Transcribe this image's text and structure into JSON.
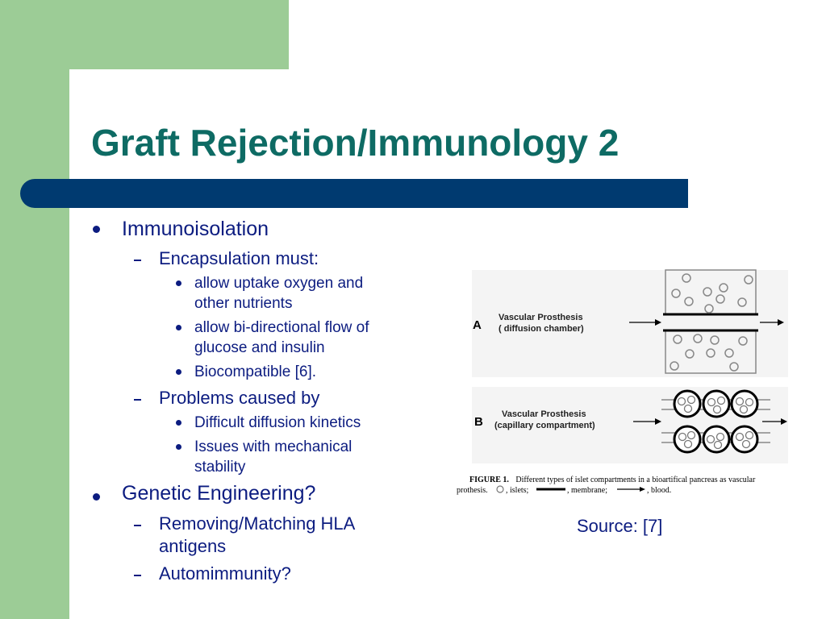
{
  "slide": {
    "title": "Graft Rejection/Immunology 2",
    "colors": {
      "title": "#0e6b64",
      "bar": "#003a70",
      "accent_green": "#9ccc96",
      "text": "#0c1c80"
    }
  },
  "bullets": {
    "immunoisolation": "Immunoisolation",
    "encapsulation": "Encapsulation must:",
    "uptake_1": "allow uptake oxygen and",
    "uptake_2": "other nutrients",
    "flow_1": "allow bi-directional flow of",
    "flow_2": "glucose and insulin",
    "biocompatible": "Biocompatible [6].",
    "problems": "Problems caused by",
    "diffusion": "Difficult diffusion kinetics",
    "mechanical_1": "Issues with mechanical",
    "mechanical_2": "stability",
    "genetic": "Genetic Engineering?",
    "hla_1": "Removing/Matching HLA",
    "hla_2": "antigens",
    "autoimmunity": "Automimmunity?"
  },
  "figure": {
    "label_a": "A",
    "label_b": "B",
    "a_title_1": "Vascular Prosthesis",
    "a_title_2": "( diffusion chamber)",
    "b_title_1": "Vascular Prosthesis",
    "b_title_2": "(capillary compartment)",
    "caption_head": "FIGURE  1.",
    "caption_1": "Different types of islet compartments in a bioartifical pancreas as vascular",
    "caption_2a": "prothesis.",
    "caption_2b": ", islets;",
    "caption_2c": ", membrane;",
    "caption_2d": ", blood."
  },
  "source": "Source: [7]"
}
